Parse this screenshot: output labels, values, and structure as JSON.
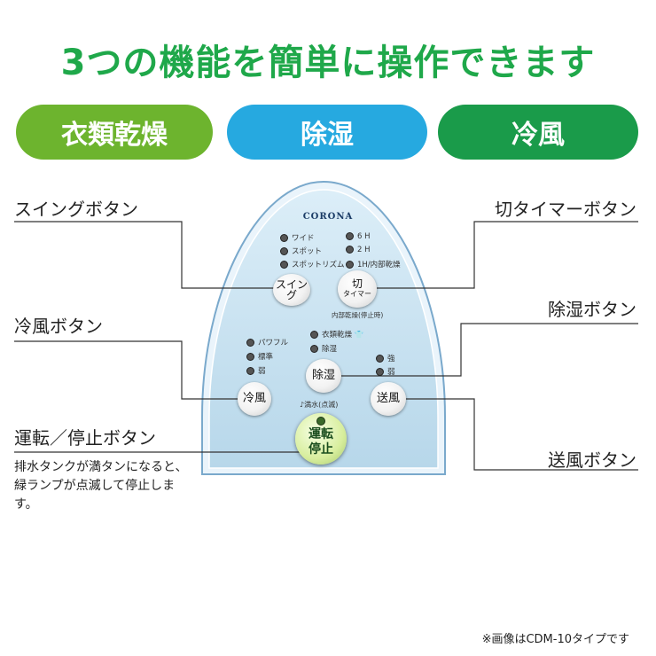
{
  "title": "3つの機能を簡単に操作できます",
  "modes": [
    "衣類乾燥",
    "除湿",
    "冷風"
  ],
  "labels": {
    "swing": "スイングボタン",
    "cool": "冷風ボタン",
    "power": "運転／停止ボタン",
    "timer": "切タイマーボタン",
    "dehumid": "除湿ボタン",
    "fan": "送風ボタン"
  },
  "power_note": "排水タンクが満タンになると、緑ランプが点滅して停止します。",
  "footnote": "※画像はCDM-10タイプです",
  "remote": {
    "brand": "CORONA",
    "swing_indicators": [
      "ワイド",
      "スポット",
      "スポットリズム"
    ],
    "timer_indicators": [
      "6 H",
      "2 H",
      "1H/内部乾燥"
    ],
    "swing_button": "スイング",
    "timer_button_top": "切",
    "timer_button_bottom": "タイマー",
    "timer_caption": "内部乾燥(停止時)",
    "cool_indicators": [
      "パワフル",
      "標準",
      "弱"
    ],
    "dehumid_indicators": [
      "衣類乾燥",
      "除湿"
    ],
    "fan_indicators": [
      "強",
      "弱"
    ],
    "cool_button": "冷風",
    "dehumid_button": "除湿",
    "fan_button": "送風",
    "tank_caption": "満水(点滅)",
    "power_button_top": "運転",
    "power_button_bottom": "停止"
  },
  "colors": {
    "title_green": "#1fa84a",
    "dry_green": "#6db42e",
    "dehumid_blue": "#26a9e0",
    "cool_green": "#1a9b4a",
    "panel_blue": "#c9e3f1"
  }
}
